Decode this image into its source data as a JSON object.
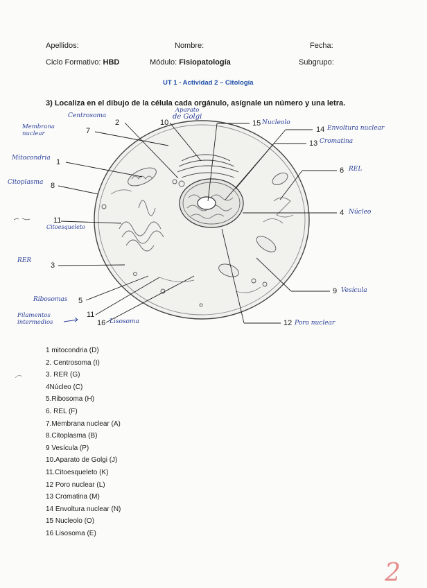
{
  "header": {
    "apellidos": "Apellidos:",
    "nombre": "Nombre:",
    "fecha": "Fecha:",
    "ciclo_label": "Ciclo Formativo:",
    "ciclo_value": "HBD",
    "modulo_label": "Módulo:",
    "modulo_value": "Fisiopatología",
    "subgrupo": "Subgrupo:"
  },
  "activity_title": "UT 1 - Actividad 2 – Citología",
  "question": "3) Localiza en el dibujo de la célula cada orgánulo, asígnale un número y una letra.",
  "diagram_numbers": {
    "n1": "1",
    "n2": "2",
    "n3": "3",
    "n4": "4",
    "n5": "5",
    "n6": "6",
    "n7": "7",
    "n8": "8",
    "n9": "9",
    "n10": "10",
    "n11a": "11",
    "n11b": "11",
    "n12": "12",
    "n13": "13",
    "n14": "14",
    "n15": "15",
    "n16": "16"
  },
  "handwritten": {
    "centrosoma": "Centrosoma",
    "aparato_line1": "Aparato",
    "aparato_line2": "de Golgi",
    "nucleolo": "Nucleolo",
    "membrana_line1": "Membrana",
    "membrana_line2": "nuclear",
    "envoltura": "Envoltura nuclear",
    "cromatina": "Cromatina",
    "mitocondria": "Mitocondria",
    "rel": "REL",
    "citoplasma": "Citoplasma",
    "nucleo": "Núcleo",
    "citoesqueleto": "Citoesqueleto",
    "rer": "RER",
    "vesicula": "Vesícula",
    "ribosomas": "Ribosomas",
    "filamentos_line1": "Filamentos",
    "filamentos_line2": "intermedios",
    "lisosoma": "Lisosoma",
    "poro": "Poro nuclear"
  },
  "answers": [
    "1 mitocondria (D)",
    "2. Centrosoma (I)",
    "3. RER (G)",
    "4Núcleo (C)",
    "5.Ribosoma (H)",
    "6. REL (F)",
    "7.Membrana nuclear (A)",
    "8.Citoplasma (B)",
    "9 Vesícula (P)",
    "10.Aparato de Golgi (J)",
    "11.Citoesqueleto (K)",
    "12 Poro nuclear (L)",
    "13 Cromatina (M)",
    "14 Envoltura nuclear (N)",
    "15 Nucleolo (O)",
    "16 Lisosoma (E)"
  ],
  "page_number": "2",
  "colors": {
    "ink_blue": "#2a3f9a",
    "title_blue": "#1f4fa8",
    "page_number": "#e58a8a"
  }
}
